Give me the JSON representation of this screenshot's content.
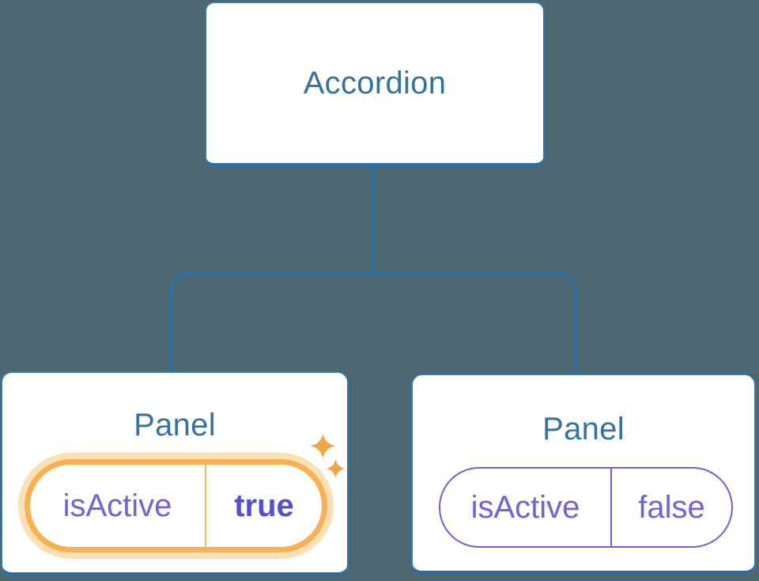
{
  "diagram_name": "accordion-component-tree",
  "background_color": "#4c6770",
  "colors": {
    "connector": "#2d70a6",
    "node_border": "#3b77a6",
    "node_border_bottom": "#2e6b9e",
    "title_text": "#35729f",
    "prop_text": "#6c64da",
    "prop_value_active_text": "#574fd3",
    "active_pill_border": "#f7b052",
    "active_pill_glow": "#fbe0b6",
    "sparkle": "#f1a546",
    "inactive_pill_border": "#6a62d8",
    "node_fill": "#ffffff"
  },
  "icons": {
    "sparkles": "sparkles-icon"
  },
  "tree": {
    "root": {
      "label": "Accordion"
    },
    "children": [
      {
        "title": "Panel",
        "prop_name": "isActive",
        "prop_value": "true",
        "state": "active",
        "decorated_with": "sparkles-icon"
      },
      {
        "title": "Panel",
        "prop_name": "isActive",
        "prop_value": "false",
        "state": "inactive"
      }
    ]
  }
}
